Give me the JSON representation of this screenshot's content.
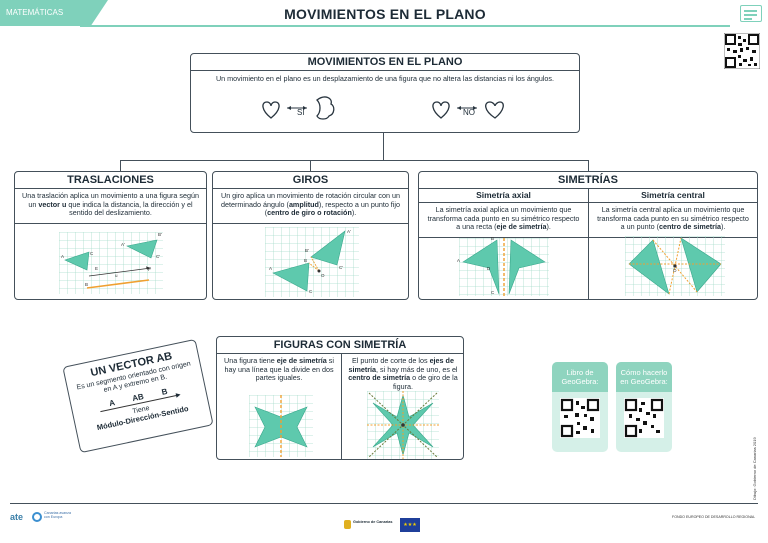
{
  "header": {
    "tab_label": "MATEMÁTICAS",
    "title": "MOVIMIENTOS EN EL PLANO"
  },
  "intro": {
    "title": "MOVIMIENTOS EN EL PLANO",
    "text": "Un movimiento en el plano es un desplazamiento de una figura que no altera las distancias ni los ángulos.",
    "yes_label": "SÍ",
    "no_label": "NO"
  },
  "traslaciones": {
    "title": "TRASLACIONES",
    "text_1": "Una traslación aplica un movimiento a una figura según un ",
    "text_bold": "vector u",
    "text_2": " que indica la distancia, la dirección y el sentido del deslizamiento.",
    "points": [
      "A",
      "B",
      "C",
      "A'",
      "B'",
      "C'",
      "E",
      "F",
      "u"
    ]
  },
  "giros": {
    "title": "GIROS",
    "text_1": "Un giro aplica un movimiento de rotación circular con un determinado ángulo (",
    "text_bold1": "amplitud",
    "text_2": "), respecto a un punto fijo (",
    "text_bold2": "centro de giro o rotación",
    "text_3": ").",
    "points": [
      "A",
      "B",
      "C",
      "A'",
      "B'",
      "C'",
      "O"
    ]
  },
  "simetrias": {
    "title": "SIMETRÍAS",
    "axial_title": "Simetría axial",
    "axial_text_1": "La simetría axial aplica un movimiento que transforma cada punto en su simétrico respecto a una recta (",
    "axial_bold": "eje de simetría",
    "axial_text_2": ").",
    "central_title": "Simetría central",
    "central_text_1": "La simetría central aplica un movimiento que transforma cada punto en su simétrico respecto a un punto (",
    "central_bold": "centro de simetría",
    "central_text_2": ").",
    "axial_points": [
      "A",
      "B",
      "C",
      "D",
      "A'",
      "B'",
      "C'",
      "D'"
    ],
    "central_points": [
      "A",
      "B",
      "C",
      "A'",
      "B'",
      "C'",
      "O"
    ]
  },
  "figuras": {
    "title": "FIGURAS CON SIMETRÍA",
    "left_1": "Una figura tiene ",
    "left_bold": "eje de simetría",
    "left_2": " si hay una línea que la divide en dos partes iguales.",
    "right_1": "El punto de corte de los ",
    "right_bold1": "ejes de simetría",
    "right_2": ", si hay más de uno, es el ",
    "right_bold2": "centro de simetría",
    "right_3": " o de giro de la figura."
  },
  "vector": {
    "title": "UN VECTOR AB",
    "desc": "Es un segmento orientado con origen en A y extremo en B.",
    "a": "A",
    "ab": "AB",
    "b": "B",
    "tiene": "Tiene",
    "props": "Módulo-Dirección-Sentido"
  },
  "geogebra": {
    "book_label": "Libro de GeoGebra:",
    "howto_label": "Cómo hacerlo en GeoGebra:"
  },
  "footer": {
    "left_logo": "ate",
    "canarias": "Canarias avanza con Europa",
    "gobierno": "Gobierno de Canarias",
    "fondo": "FONDO EUROPEO DE DESARROLLO REGIONAL",
    "side": "Dibujo: Gobierno de Canarias 2019"
  },
  "colors": {
    "accent": "#7fd1bb",
    "shape_fill": "#5ec9ad",
    "border": "#44505a",
    "orange": "#f0a030",
    "grid": "#a8dccb"
  }
}
